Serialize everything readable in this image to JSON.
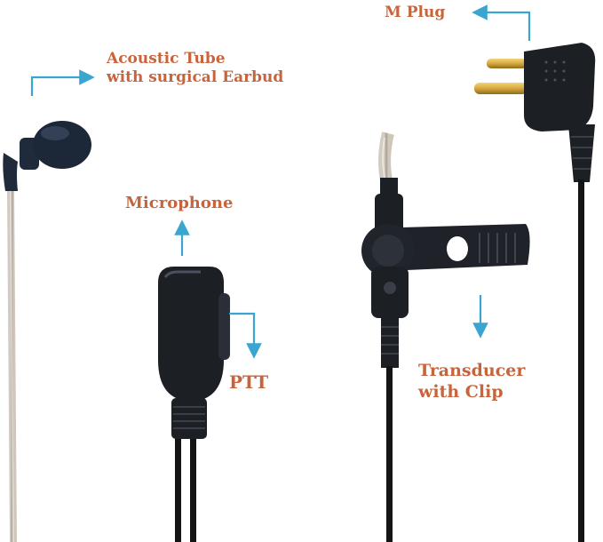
{
  "labels": {
    "acoustic_tube_line1": "Acoustic Tube",
    "acoustic_tube_line2": "with surgical Earbud",
    "microphone": "Microphone",
    "ptt": "PTT",
    "m_plug": "M Plug",
    "transducer_line1": "Transducer",
    "transducer_line2": "with Clip"
  },
  "colors": {
    "label_text": "#c8643c",
    "pointer_arrow": "#3aa6cf",
    "device_body": "#1c1f24",
    "cable": "#141414",
    "tube": "#b7ada0",
    "pin_gold": "#d6a93c"
  }
}
